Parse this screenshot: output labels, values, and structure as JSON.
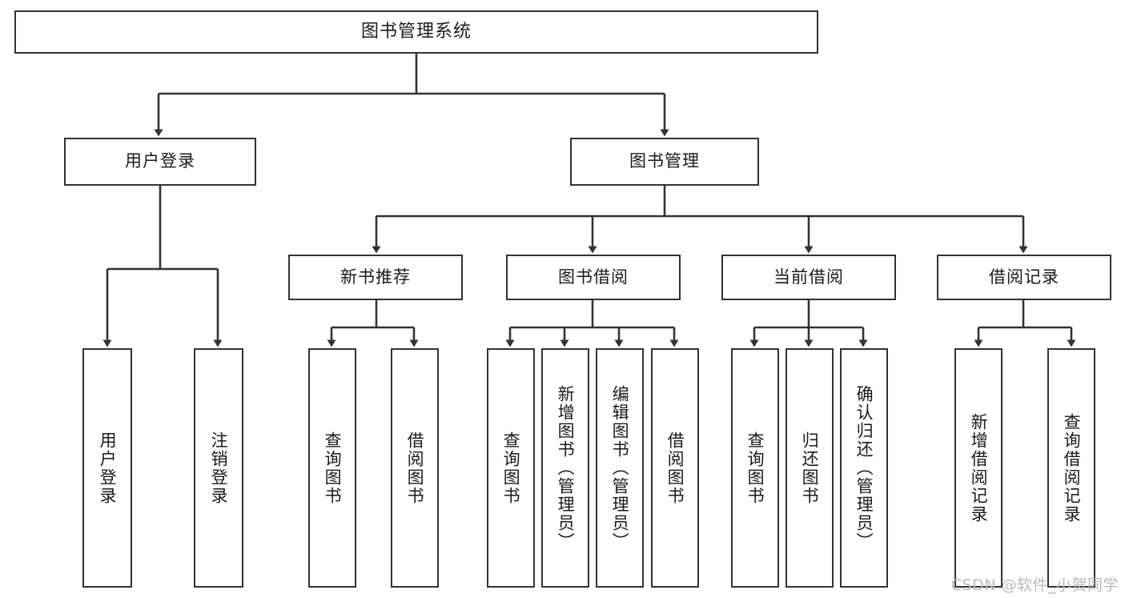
{
  "diagram": {
    "title": "图书管理系统",
    "watermark": "CSDN @软件_小贺同学",
    "stroke_color": "#333333",
    "background_color": "#ffffff",
    "text_color": "#1a1a1a",
    "watermark_color": "#b9b9b9"
  },
  "nodes": {
    "root": {
      "label": "图书管理系统",
      "orientation": "horizontal"
    },
    "level2": [
      {
        "id": "user-login",
        "label": "用户登录",
        "orientation": "horizontal"
      },
      {
        "id": "book-management",
        "label": "图书管理",
        "orientation": "horizontal"
      }
    ],
    "level3": [
      {
        "id": "new-book-recommend",
        "label": "新书推荐",
        "orientation": "horizontal"
      },
      {
        "id": "book-borrow",
        "label": "图书借阅",
        "orientation": "horizontal"
      },
      {
        "id": "current-borrow",
        "label": "当前借阅",
        "orientation": "horizontal"
      },
      {
        "id": "borrow-record",
        "label": "借阅记录",
        "orientation": "horizontal"
      }
    ],
    "leaves": [
      {
        "id": "leaf-user-login",
        "label": "用户登录",
        "parent": "user-login",
        "orientation": "vertical"
      },
      {
        "id": "leaf-logout-login",
        "label": "注销登录",
        "parent": "user-login",
        "orientation": "vertical"
      },
      {
        "id": "leaf-query-book-1",
        "label": "查询图书",
        "parent": "new-book-recommend",
        "orientation": "vertical"
      },
      {
        "id": "leaf-borrow-book-1",
        "label": "借阅图书",
        "parent": "new-book-recommend",
        "orientation": "vertical"
      },
      {
        "id": "leaf-query-book-2",
        "label": "查询图书",
        "parent": "book-borrow",
        "orientation": "vertical"
      },
      {
        "id": "leaf-add-book",
        "label": "新增图书（管理员）",
        "parent": "book-borrow",
        "orientation": "vertical"
      },
      {
        "id": "leaf-edit-book",
        "label": "编辑图书（管理员）",
        "parent": "book-borrow",
        "orientation": "vertical"
      },
      {
        "id": "leaf-borrow-book-2",
        "label": "借阅图书",
        "parent": "book-borrow",
        "orientation": "vertical"
      },
      {
        "id": "leaf-query-book-3",
        "label": "查询图书",
        "parent": "current-borrow",
        "orientation": "vertical"
      },
      {
        "id": "leaf-return-book",
        "label": "归还图书",
        "parent": "current-borrow",
        "orientation": "vertical"
      },
      {
        "id": "leaf-confirm-return",
        "label": "确认归还（管理员）",
        "parent": "current-borrow",
        "orientation": "vertical"
      },
      {
        "id": "leaf-add-record",
        "label": "新增借阅记录",
        "parent": "borrow-record",
        "orientation": "vertical"
      },
      {
        "id": "leaf-query-record",
        "label": "查询借阅记录",
        "parent": "borrow-record",
        "orientation": "vertical"
      }
    ]
  },
  "edges": [
    {
      "from": "root",
      "to": "user-login"
    },
    {
      "from": "root",
      "to": "book-management"
    },
    {
      "from": "user-login",
      "to": "leaf-user-login"
    },
    {
      "from": "user-login",
      "to": "leaf-logout-login"
    },
    {
      "from": "book-management",
      "to": "new-book-recommend"
    },
    {
      "from": "book-management",
      "to": "book-borrow"
    },
    {
      "from": "book-management",
      "to": "current-borrow"
    },
    {
      "from": "book-management",
      "to": "borrow-record"
    },
    {
      "from": "new-book-recommend",
      "to": "leaf-query-book-1"
    },
    {
      "from": "new-book-recommend",
      "to": "leaf-borrow-book-1"
    },
    {
      "from": "book-borrow",
      "to": "leaf-query-book-2"
    },
    {
      "from": "book-borrow",
      "to": "leaf-add-book"
    },
    {
      "from": "book-borrow",
      "to": "leaf-edit-book"
    },
    {
      "from": "book-borrow",
      "to": "leaf-borrow-book-2"
    },
    {
      "from": "current-borrow",
      "to": "leaf-query-book-3"
    },
    {
      "from": "current-borrow",
      "to": "leaf-return-book"
    },
    {
      "from": "current-borrow",
      "to": "leaf-confirm-return"
    },
    {
      "from": "borrow-record",
      "to": "leaf-add-record"
    },
    {
      "from": "borrow-record",
      "to": "leaf-query-record"
    }
  ]
}
